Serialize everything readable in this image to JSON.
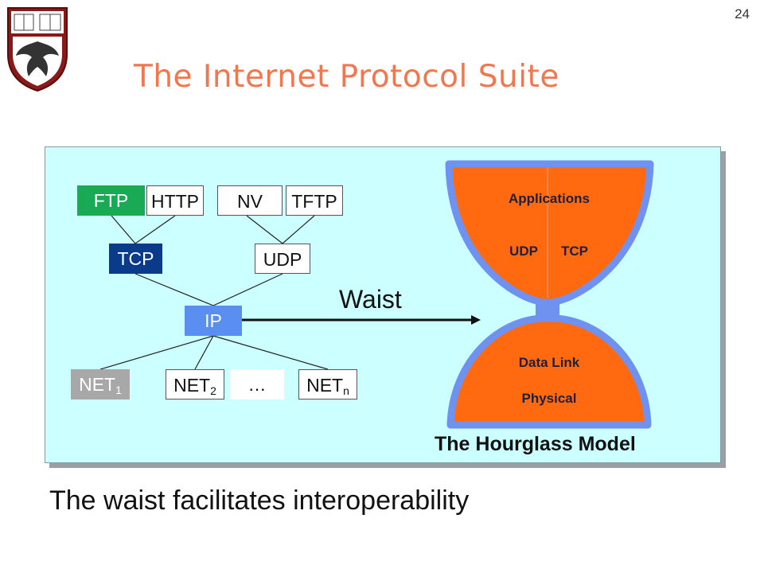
{
  "slide": {
    "page_number": "24",
    "title": "The Internet Protocol Suite",
    "footer_text": "The waist facilitates interoperability"
  },
  "protocols": {
    "ftp": "FTP",
    "http": "HTTP",
    "nv": "NV",
    "tftp": "TFTP",
    "tcp": "TCP",
    "udp": "UDP",
    "ip": "IP",
    "net1": "NET",
    "net1_sub": "1",
    "net2": "NET",
    "net2_sub": "2",
    "ellipsis": "…",
    "netn": "NET",
    "netn_sub": "n"
  },
  "waist_label": "Waist",
  "hourglass": {
    "top_label": "Applications",
    "udp": "UDP",
    "tcp": "TCP",
    "data_link": "Data Link",
    "physical": "Physical",
    "caption": "The Hourglass Model"
  },
  "colors": {
    "title": "#f07850",
    "panel_bg": "#ccffff",
    "ftp_green": "#1aaa55",
    "tcp_navy": "#0a3a8a",
    "ip_blue": "#5a8ef0",
    "net1_gray": "#a8a8a8",
    "hourglass_orange": "#ff6a10",
    "hourglass_outline": "#6f92f0"
  },
  "icons": {
    "logo": "university-crest-icon"
  }
}
